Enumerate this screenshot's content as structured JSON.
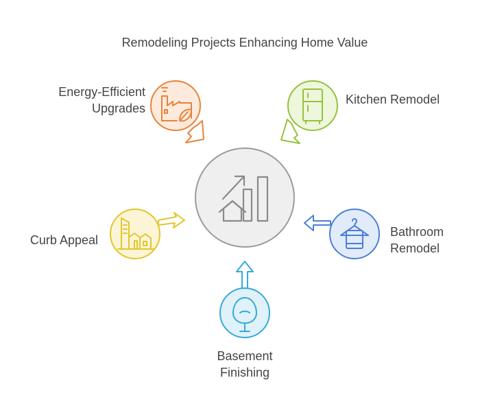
{
  "title": "Remodeling Projects Enhancing Home Value",
  "center": {
    "icon": "house-value-growth-chart-icon"
  },
  "items": [
    {
      "label_line1": "Energy-Efficient",
      "label_line2": "Upgrades",
      "icon": "factory-leaf-icon",
      "color": "#e8823a",
      "fill": "#fcebdc"
    },
    {
      "label_line1": "Kitchen Remodel",
      "label_line2": "",
      "icon": "refrigerator-icon",
      "color": "#94c23c",
      "fill": "#eef6dc"
    },
    {
      "label_line1": "Bathroom",
      "label_line2": "Remodel",
      "icon": "towel-hanger-icon",
      "color": "#4a7fd8",
      "fill": "#e2ebf9"
    },
    {
      "label_line1": "Basement",
      "label_line2": "Finishing",
      "icon": "lamp-icon",
      "color": "#36a9d8",
      "fill": "#dff1f9"
    },
    {
      "label_line1": "Curb Appeal",
      "label_line2": "",
      "icon": "houses-buildings-icon",
      "color": "#e3c52d",
      "fill": "#fbf5d5"
    }
  ],
  "colors": {
    "center_stroke": "#9a9a9a",
    "center_fill": "#efefef",
    "text": "#444444"
  }
}
